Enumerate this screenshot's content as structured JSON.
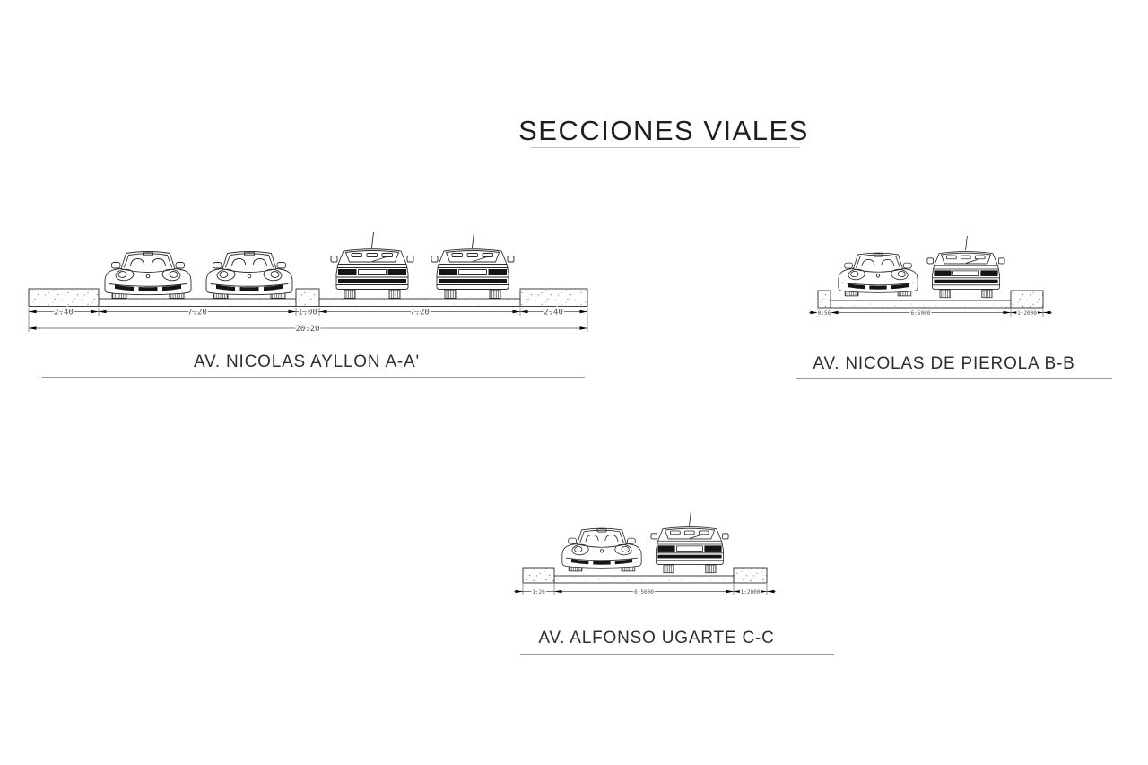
{
  "title": {
    "text": "SECCIONES VIALES"
  },
  "sections": [
    {
      "id": "a-a",
      "label": "AV. NICOLAS AYLLON A-A'",
      "dims": [
        "2.40",
        "7.20",
        "1.00",
        "7.20",
        "2.40"
      ],
      "total": "20.20",
      "vehicles": [
        "convertible-front",
        "convertible-front",
        "sedan-rear",
        "sedan-rear"
      ]
    },
    {
      "id": "b-b",
      "label": "AV. NICOLAS DE PIEROLA B-B",
      "dims": [
        "0.56",
        "6.5000",
        "1.2000"
      ],
      "vehicles": [
        "convertible-front",
        "sedan-rear"
      ]
    },
    {
      "id": "c-c",
      "label": "AV. ALFONSO UGARTE C-C",
      "dims": [
        "1.20",
        "6.5000",
        "1.2000"
      ],
      "vehicles": [
        "convertible-front",
        "sedan-rear"
      ]
    }
  ],
  "colors": {
    "ink": "#2b2b2b",
    "dimension": "#4f4f4f",
    "underline": "#9b9b9b",
    "background": "#ffffff"
  }
}
